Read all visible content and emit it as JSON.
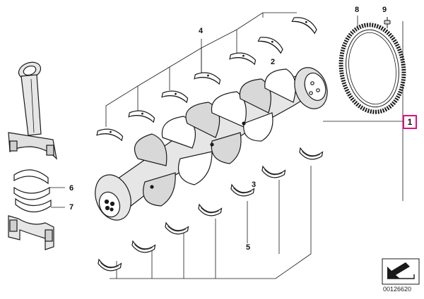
{
  "callouts": {
    "c1": "1",
    "c2": "2",
    "c3": "3",
    "c4": "4",
    "c5": "5",
    "c6": "6",
    "c7": "7",
    "c8": "8",
    "c9": "9"
  },
  "document_number": "00126620",
  "colors": {
    "line": "#1a1a1a",
    "part_fill": "#ffffff",
    "part_shade": "#d8d8d8",
    "highlight_box": "#e0107a"
  }
}
